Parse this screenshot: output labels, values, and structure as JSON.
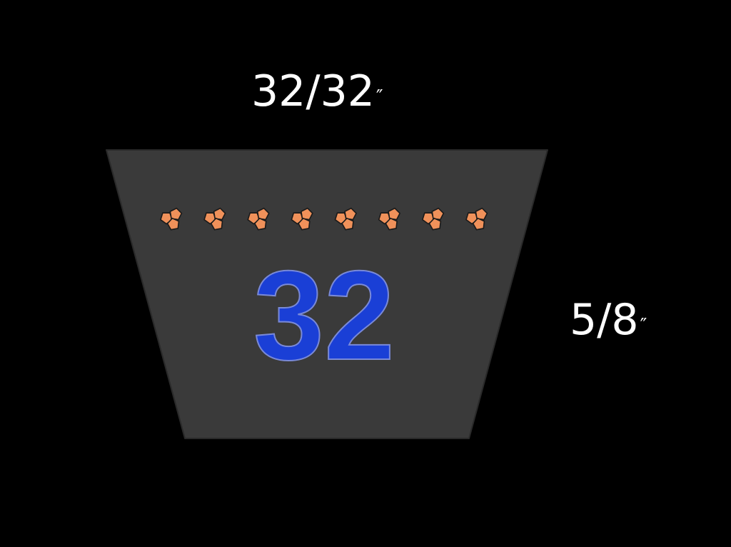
{
  "diagram": {
    "top_width_label": {
      "value": "32/32",
      "unit": "″"
    },
    "height_label": {
      "value": "5/8",
      "unit": "″"
    },
    "belt": {
      "number": "32",
      "number_color": "#1a3fd6",
      "body_color": "#3a3a3a",
      "cord_color": "#f0915a",
      "cord_count": 8
    }
  }
}
